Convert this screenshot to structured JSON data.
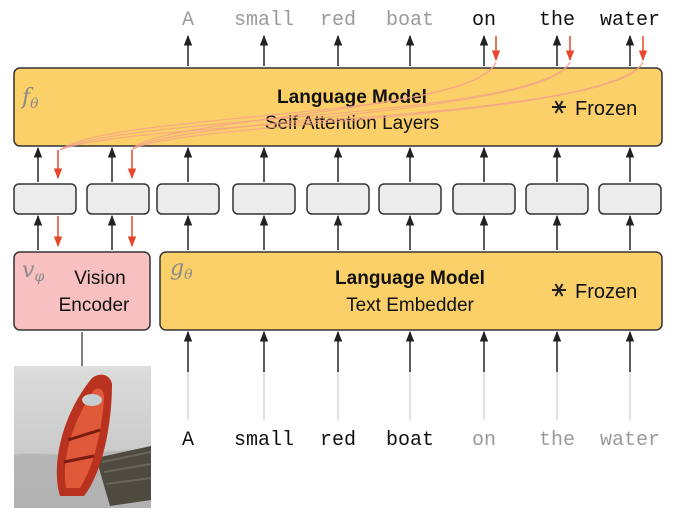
{
  "output_tokens": [
    {
      "text": "A",
      "active": false
    },
    {
      "text": "small",
      "active": false
    },
    {
      "text": "red",
      "active": false
    },
    {
      "text": "boat",
      "active": false
    },
    {
      "text": "on",
      "active": true
    },
    {
      "text": "the",
      "active": true
    },
    {
      "text": "water",
      "active": true
    }
  ],
  "input_tokens": [
    {
      "text": "A",
      "active": true
    },
    {
      "text": "small",
      "active": true
    },
    {
      "text": "red",
      "active": true
    },
    {
      "text": "boat",
      "active": true
    },
    {
      "text": "on",
      "active": false
    },
    {
      "text": "the",
      "active": false
    },
    {
      "text": "water",
      "active": false
    }
  ],
  "language_model_top": {
    "symbol": "f",
    "symbol_sub": "θ",
    "title": "Language Model",
    "subtitle": "Self Attention Layers",
    "frozen_label": "Frozen",
    "frozen_icon": "snowflake-icon"
  },
  "language_model_bottom": {
    "symbol": "g",
    "symbol_sub": "θ",
    "title": "Language Model",
    "subtitle": "Text Embedder",
    "frozen_label": "Frozen",
    "frozen_icon": "snowflake-icon"
  },
  "vision_encoder": {
    "symbol": "v",
    "symbol_sub": "φ",
    "label_line1": "Vision",
    "label_line2": "Encoder"
  },
  "image_description_icon": "red-boat-photo",
  "colors": {
    "language_model_fill": "#fcd068",
    "vision_encoder_fill": "#f8c0c0",
    "embedding_fill": "#ececec",
    "active_text": "#111111",
    "inactive_text": "#9a9a9a",
    "red_arrow": "#e8462a"
  }
}
